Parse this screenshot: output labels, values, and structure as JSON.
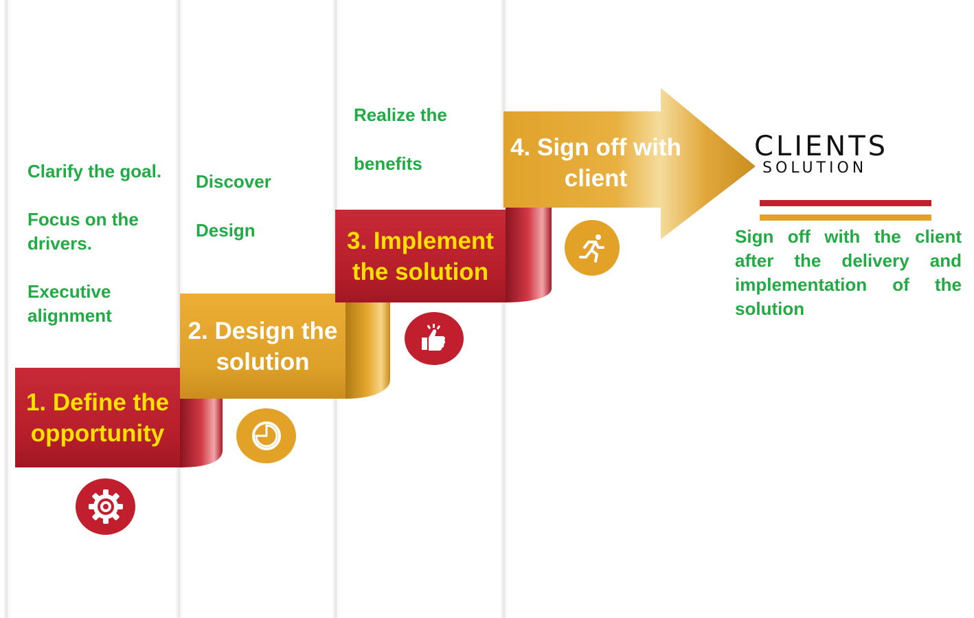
{
  "steps": [
    {
      "title": "1. Define the opportunity",
      "notes": [
        "Clarify the goal.",
        "Focus on the drivers.",
        "Executive alignment"
      ],
      "icon": "gear-target-icon",
      "color": "#b91f2c"
    },
    {
      "title": "2. Design the solution",
      "notes": [
        "Discover",
        "Design"
      ],
      "icon": "pie-chart-icon",
      "color": "#e2a127"
    },
    {
      "title": "3. Implement the solution",
      "notes": [
        "Realize the",
        "benefits"
      ],
      "icon": "thumbs-up-icon",
      "color": "#b91f2c"
    },
    {
      "title": "4. Sign off with client",
      "notes": [],
      "icon": "running-person-icon",
      "color": "#e2a127"
    }
  ],
  "logo": {
    "title": "CLIENTS",
    "subtitle": "SOLUTION"
  },
  "description": "Sign off with the client after the delivery and implementation of the solution",
  "colors": {
    "red": "#b91f2c",
    "gold": "#e2a127",
    "note_text": "#22aa44",
    "step_text": "#ffe000"
  }
}
